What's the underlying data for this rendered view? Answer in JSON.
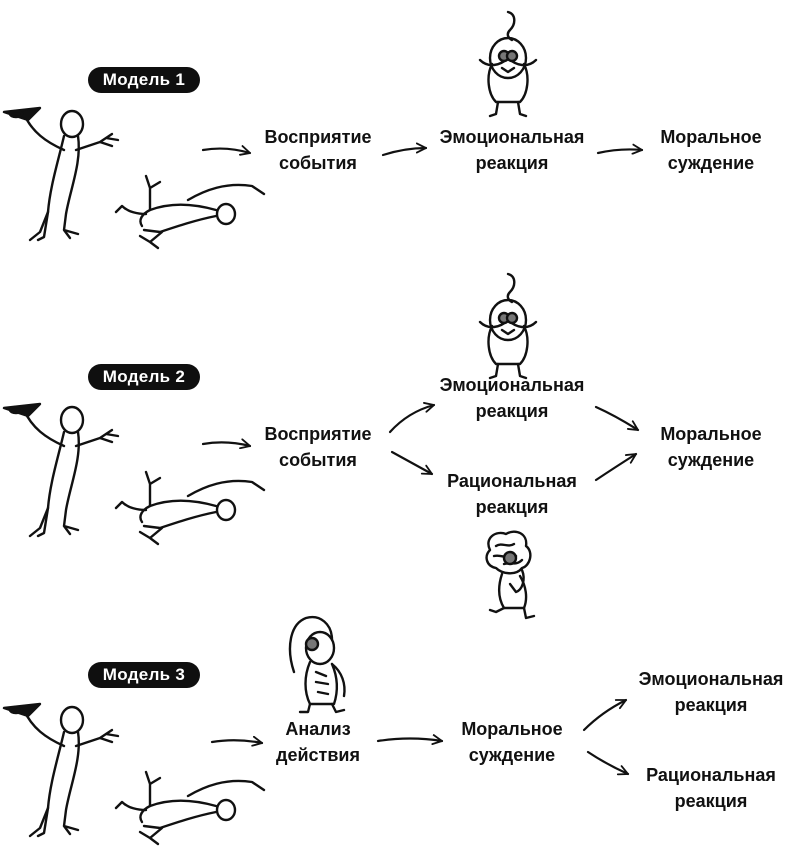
{
  "models": [
    {
      "badge": "Модель 1",
      "steps": [
        {
          "line1": "Восприятие",
          "line2": "события"
        },
        {
          "line1": "Эмоциональная",
          "line2": "реакция"
        },
        {
          "line1": "Моральное",
          "line2": "суждение"
        }
      ]
    },
    {
      "badge": "Модель 2",
      "steps": [
        {
          "line1": "Восприятие",
          "line2": "события"
        },
        {
          "line1": "Эмоциональная",
          "line2": "реакция"
        },
        {
          "line1": "Рациональная",
          "line2": "реакция"
        },
        {
          "line1": "Моральное",
          "line2": "суждение"
        }
      ]
    },
    {
      "badge": "Модель 3",
      "steps": [
        {
          "line1": "Анализ",
          "line2": "действия"
        },
        {
          "line1": "Моральное",
          "line2": "суждение"
        },
        {
          "line1": "Эмоциональная",
          "line2": "реакция"
        },
        {
          "line1": "Рациональная",
          "line2": "реакция"
        }
      ]
    }
  ],
  "figures": {
    "scene": "stick-figure-attack-scene",
    "emotion": "emotion-character-icon",
    "reason": "thinker-character-icon",
    "analysis": "analyzer-character-icon"
  }
}
